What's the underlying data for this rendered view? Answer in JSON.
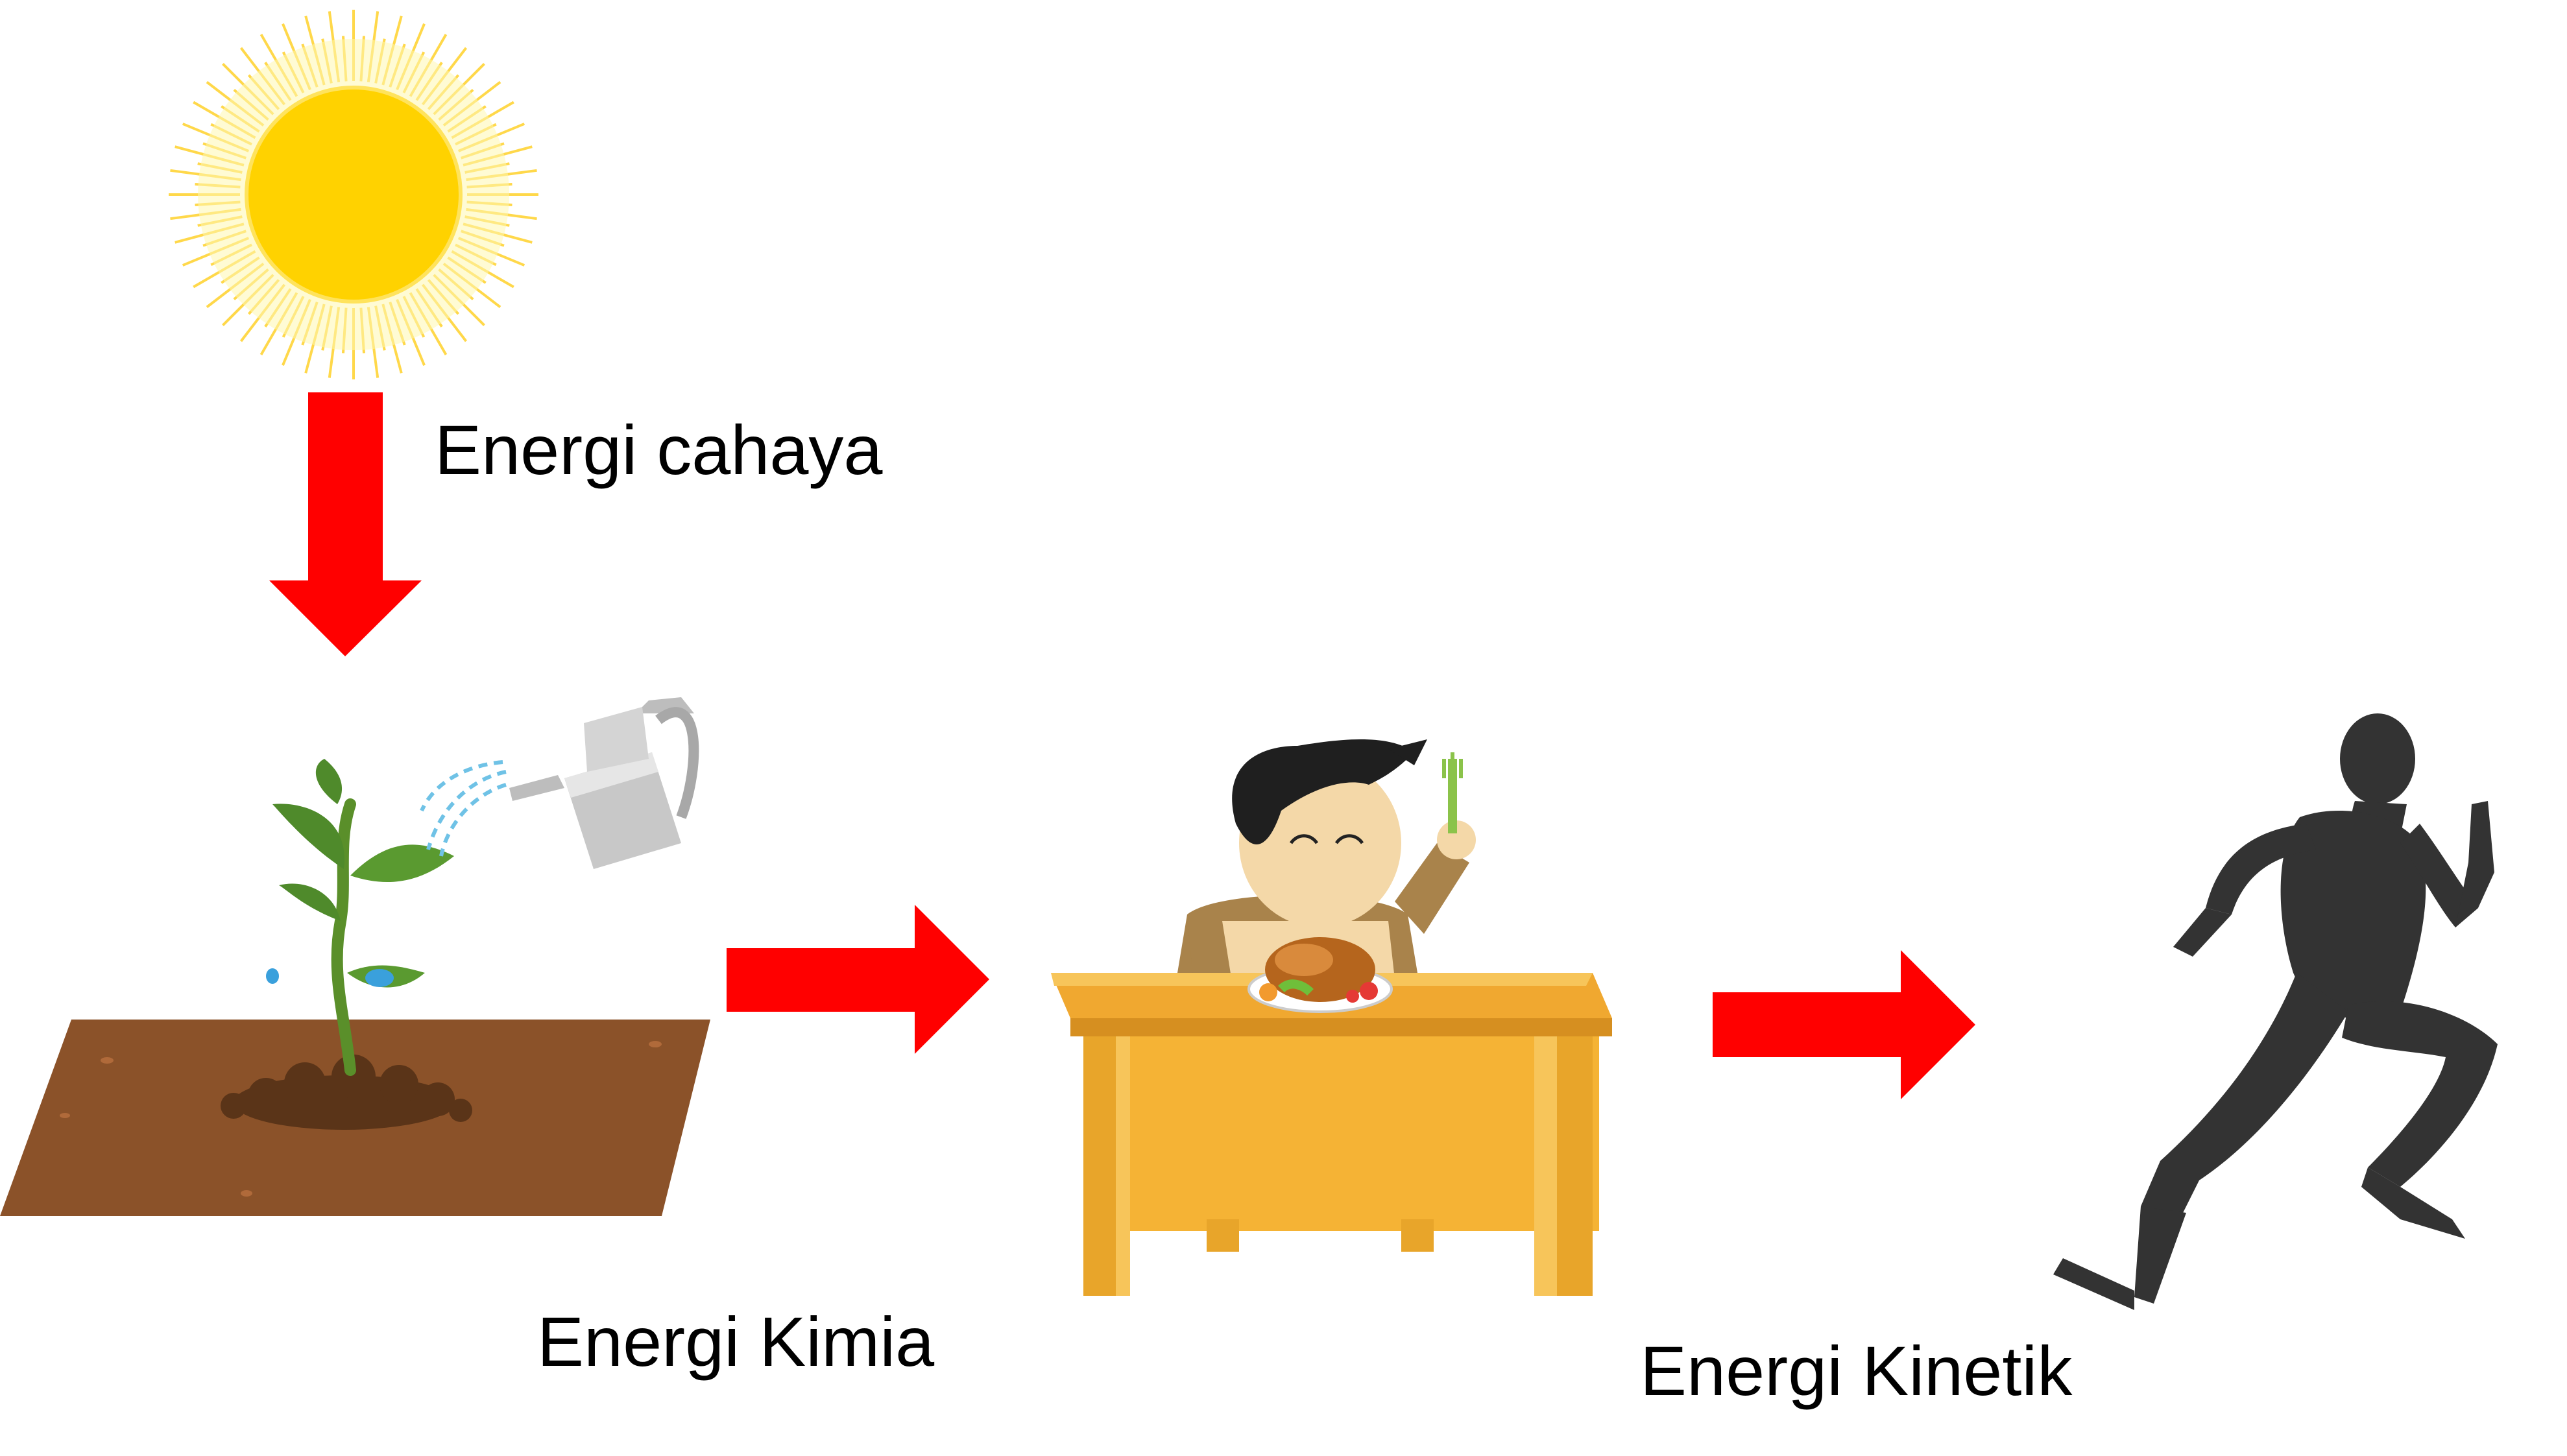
{
  "labels": {
    "light_energy": "Energi cahaya",
    "chemical_energy": "Energi Kimia",
    "kinetic_energy": "Energi Kinetik"
  },
  "colors": {
    "arrow": "#ff0000",
    "sun": "#ffd200",
    "soil": "#8b5229",
    "table": "#f5b335",
    "runner": "#333333"
  },
  "icons": [
    "sun-icon",
    "plant-icon",
    "watering-can-icon",
    "person-eating-icon",
    "roast-chicken-icon",
    "runner-icon"
  ]
}
